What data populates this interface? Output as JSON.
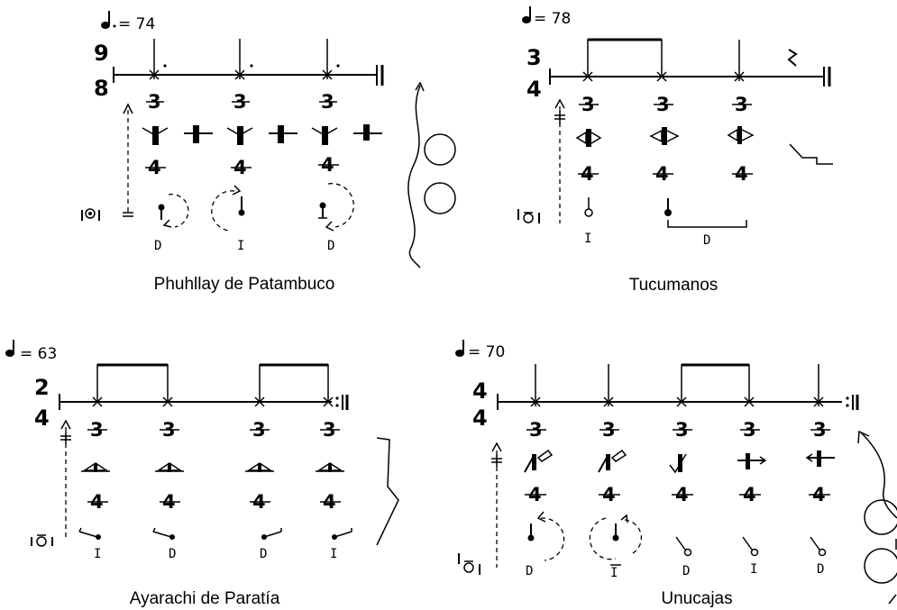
{
  "dances": [
    {
      "title": "Phuhllay de Patambuco",
      "tempo": "= 74",
      "meter_top": "9",
      "meter_bottom": "8",
      "feet": [
        "D",
        "I",
        "D"
      ]
    },
    {
      "title": "Tucumanos",
      "tempo": "= 78",
      "meter_top": "3",
      "meter_bottom": "4",
      "feet": [
        "I",
        "D"
      ]
    },
    {
      "title": "Ayarachi de Paratía",
      "tempo": "= 63",
      "meter_top": "2",
      "meter_bottom": "4",
      "feet": [
        "I",
        "D",
        "D",
        "I"
      ]
    },
    {
      "title": "Unucajas",
      "tempo": "= 70",
      "meter_top": "4",
      "meter_bottom": "4",
      "feet": [
        "D",
        "I",
        "D",
        "I",
        "D"
      ]
    }
  ],
  "symbols": {
    "three": "3",
    "four": "4"
  },
  "icons": [
    "quarter-note-icon",
    "dotted-quarter-note-icon",
    "eighth-rest-icon",
    "repeat-sign-icon",
    "circle-figure-icon"
  ]
}
